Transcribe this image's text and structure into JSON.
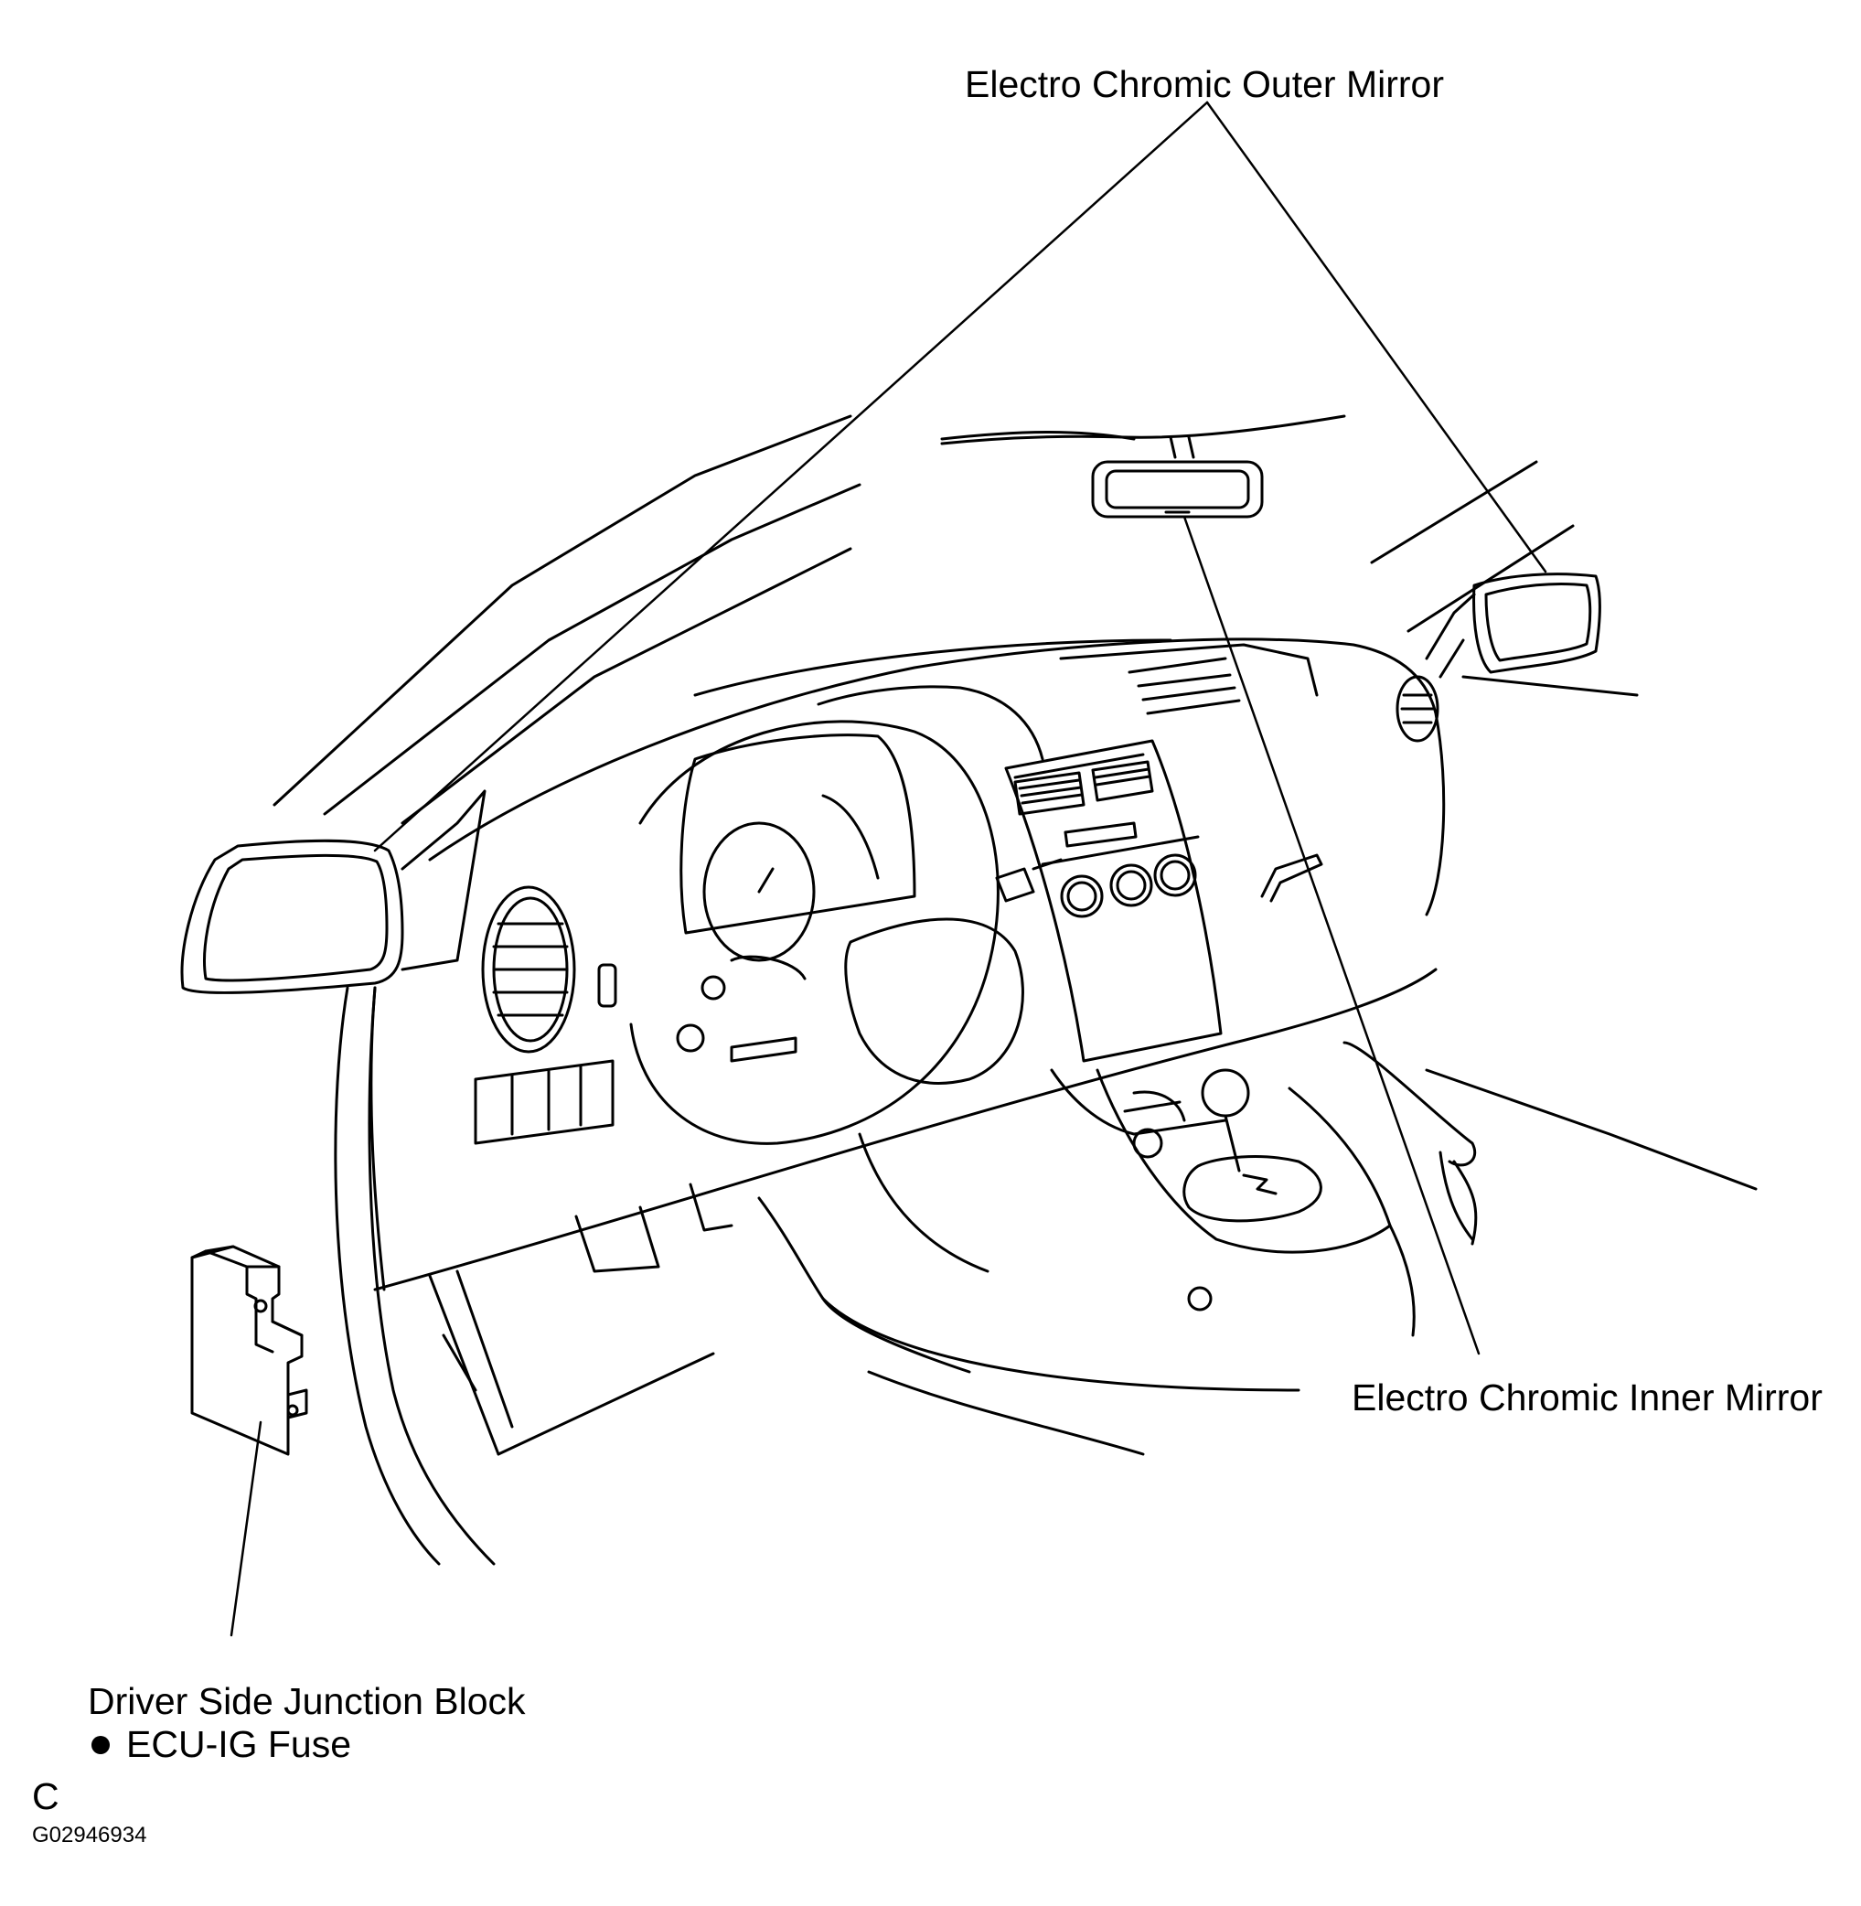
{
  "labels": {
    "outer_mirror": "Electro Chromic Outer Mirror",
    "inner_mirror": "Electro Chromic Inner Mirror",
    "junction_block": "Driver Side Junction Block",
    "fuse_bullet": "ECU-IG Fuse",
    "section_letter": "C",
    "figure_code": "G02946934"
  },
  "colors": {
    "line": "#000000",
    "background": "#ffffff"
  },
  "icons": {
    "bullet": "filled-circle-bullet"
  }
}
